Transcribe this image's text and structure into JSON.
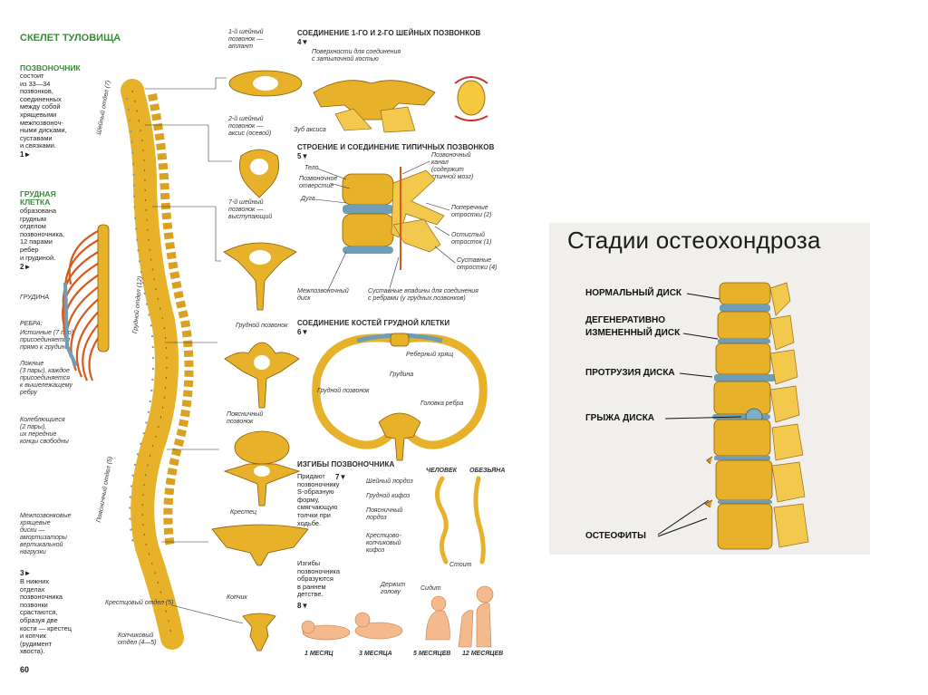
{
  "left_page": {
    "title": "СКЕЛЕТ ТУЛОВИЩА",
    "page_number": "60",
    "spine_heading": "ПОЗВОНОЧНИК",
    "spine_text": [
      "состоит",
      "из 33—34",
      "позвонков,",
      "соединенных",
      "между собой",
      "хрящевыми",
      "межпозвоноч-",
      "ными дисками,",
      "суставами",
      "и связками."
    ],
    "spine_ref": "1►",
    "chest_heading": [
      "ГРУДНАЯ",
      "КЛЕТКА"
    ],
    "chest_text": [
      "образована",
      "грудным",
      "отделом",
      "позвоночника,",
      "12 парами",
      "ребер",
      "и грудиной."
    ],
    "chest_ref": "2►",
    "sternum_label": "ГРУДИНА",
    "ribs_label": "РЕБРА:",
    "ribs_true": [
      "Истинные (7 пар)",
      "присоединяется",
      "прямо к грудине"
    ],
    "ribs_false": [
      "Ложные",
      "(3 пары), каждое",
      "присоединяется",
      "к вышележащему",
      "ребру"
    ],
    "ribs_floating": [
      "Колеблющиеся",
      "(2 пары),",
      "их передние",
      "концы свободны"
    ],
    "discs_note": [
      "Межпозвонковые",
      "хрящевые",
      "диски —",
      "амортизаторы",
      "вертикальной",
      "нагрузки"
    ],
    "fusion_ref": "3►",
    "fusion_text": [
      "В нижних",
      "отделах",
      "позвоночника",
      "позвонки",
      "срастаются,",
      "образуя две",
      "кости — крестец",
      "и копчик",
      "(рудимент",
      "хвоста)."
    ],
    "regions": {
      "cervical": "Шейный отдел (7)",
      "thoracic": "Грудной отдел (12)",
      "lumbar": "Поясничный отдел (5)",
      "sacral": "Крестцовый отдел (5)",
      "coccygeal": [
        "Копчиковый",
        "отдел (4—5)"
      ]
    },
    "atlas_label": [
      "1-й шейный",
      "позвонок —",
      "атлант"
    ],
    "axis_label": [
      "2-й шейный",
      "позвонок —",
      "аксис (осевой)"
    ],
    "c7_label": [
      "7-й шейный",
      "позвонок —",
      "выступающий"
    ],
    "thoracic_vert_label": "Грудной позвонок",
    "lumbar_vert_label": [
      "Поясничный",
      "позвонок"
    ],
    "sacrum_label": "Крестец",
    "coccyx_label": "Копчик",
    "sec4_title": "СОЕДИНЕНИЕ 1-ГО И 2-ГО ШЕЙНЫХ ПОЗВОНКОВ",
    "sec4_ref": "4▼",
    "sec4_surface": [
      "Поверхности для соединения",
      "с затылочной костью"
    ],
    "sec4_tooth": [
      "Зуб аксиса"
    ],
    "sec5_title": "СТРОЕНИЕ И СОЕДИНЕНИЕ ТИПИЧНЫХ ПОЗВОНКОВ",
    "sec5_ref": "5▼",
    "sec5_labels": {
      "body": "Тело",
      "foramen": [
        "Позвоночное",
        "отверстие"
      ],
      "arch": "Дуга",
      "canal": [
        "Позвоночный",
        "канал",
        "(содержит",
        "спинной мозг)"
      ],
      "transverse": [
        "Поперечные",
        "отростки (2)"
      ],
      "spinous": [
        "Остистый",
        "отросток (1)"
      ],
      "articular": [
        "Суставные",
        "отростки (4)"
      ],
      "disc": [
        "Межпозвоночный",
        "диск"
      ],
      "facets": [
        "Суставные впадины для соединения",
        "с ребрами (у грудных позвонков)"
      ]
    },
    "sec6_title": "СОЕДИНЕНИЕ КОСТЕЙ ГРУДНОЙ КЛЕТКИ",
    "sec6_ref": "6▼",
    "sec6_labels": {
      "cartilage": "Реберный хрящ",
      "sternum": "Грудина",
      "vertebra": "Грудной позвонок",
      "rib_head": "Головка ребра"
    },
    "sec7_title": "ИЗГИБЫ ПОЗВОНОЧНИКА",
    "sec7_ref": "7▼",
    "sec7_text": [
      "Придают",
      "позвоночнику",
      "S-образную",
      "форму,",
      "смягчающую",
      "толчки при",
      "ходьбе."
    ],
    "sec7_curves": {
      "human": "ЧЕЛОВЕК",
      "monkey": "ОБЕЗЬЯНА",
      "cervical_lordosis": "Шейный лордоз",
      "thoracic_kyphosis": "Грудной кифоз",
      "lumbar_lordosis": [
        "Поясничный",
        "лордоз"
      ],
      "sacral_kyphosis": [
        "Крестцово-",
        "копчиковый",
        "кифоз"
      ]
    },
    "sec8_text": [
      "Изгибы",
      "позвоночника",
      "образуются",
      "в раннем",
      "детстве."
    ],
    "sec8_ref": "8▼",
    "sec8_ages": [
      "1 МЕСЯЦ",
      "3 МЕСЯЦА",
      "5 МЕСЯЦЕВ",
      "12 МЕСЯЦЕВ"
    ],
    "sec8_actions": {
      "holds_head": [
        "Держит",
        "голову"
      ],
      "sits": "Сидит",
      "stands": "Стоит"
    }
  },
  "right_panel": {
    "title": "Стадии остеохондроза",
    "labels": [
      "НОРМАЛЬНЫЙ ДИСК",
      "ДЕГЕНЕРАТИВНО",
      "ИЗМЕНЕННЫЙ ДИСК",
      "ПРОТРУЗИЯ ДИСКА",
      "ГРЫЖА ДИСКА",
      "ОСТЕОФИТЫ"
    ]
  },
  "colors": {
    "bone": "#e7b12a",
    "disc": "#6f9db5",
    "rib": "#d85a1e",
    "heading_green": "#3a8a3a",
    "panel_bg": "#f1efec"
  }
}
